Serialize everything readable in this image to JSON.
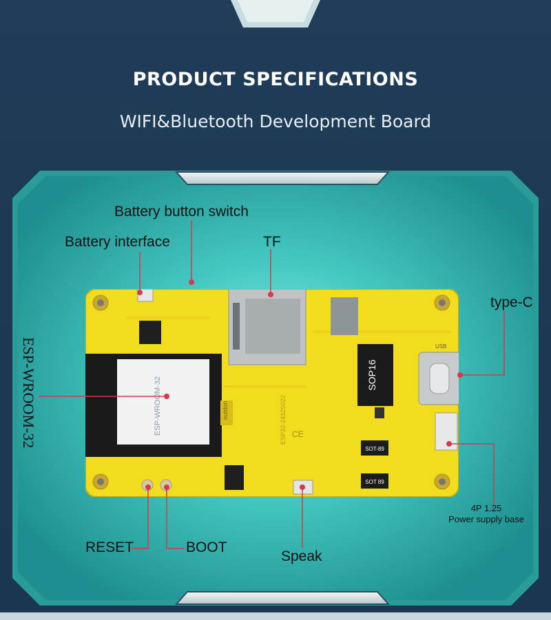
{
  "header": {
    "title": "PRODUCT SPECIFICATIONS",
    "subtitle": "WIFI&Bluetooth Development Board"
  },
  "callouts": {
    "battery_button_switch": "Battery button switch",
    "battery_interface": "Battery interface",
    "tf": "TF",
    "type_c": "type-C",
    "esp_module": "ESP-WROOM-32",
    "reset": "RESET",
    "boot": "BOOT",
    "speak": "Speak",
    "power_line1": "4P 1.25",
    "power_line2": "Power supply base"
  },
  "board_silkscreen": {
    "module_text": "ESP-WROOM-32",
    "sop_chip": "SOP16",
    "sot_chip_1": "SOT-89",
    "sot_chip_2": "SOT 89",
    "usb": "USB",
    "board_model": "ESP32-2432S022",
    "brand": "outdon",
    "ce_mark": "CE"
  },
  "colors": {
    "background": "#1c3a55",
    "frame_teal": "#2aa6a0",
    "board_yellow": "#f2dc1e",
    "callout_red": "#d63a4a"
  }
}
